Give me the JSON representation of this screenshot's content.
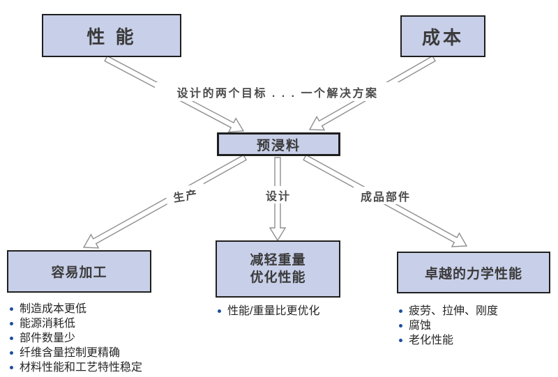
{
  "palette": {
    "box_fill": "#c8cfe8",
    "box_border": "#1f1f1f",
    "arrow_stroke": "#8e8e8e",
    "bullet_color": "#1f4e9c",
    "label_color": "#4a4a4a"
  },
  "top_boxes": {
    "performance": {
      "label": "性 能"
    },
    "cost": {
      "label": "成本"
    }
  },
  "goal_caption": "设计的两个目标 . . . 一个解决方案",
  "center_box": {
    "label": "预浸料"
  },
  "branch_labels": {
    "production": {
      "label": "生产"
    },
    "design": {
      "label": "设计"
    },
    "finished_parts": {
      "label": "成品部件"
    }
  },
  "outcome_boxes": [
    {
      "id": "easy-processing",
      "title_lines": [
        "容易加工"
      ],
      "bullets": [
        "制造成本更低",
        "能源消耗低",
        "部件数量少",
        "纤维含量控制更精确",
        "材料性能和工艺特性稳定"
      ]
    },
    {
      "id": "weight-performance",
      "title_lines": [
        "减轻重量",
        "优化性能"
      ],
      "bullets": [
        "性能/重量比更优化"
      ]
    },
    {
      "id": "mechanical-properties",
      "title_lines": [
        "卓越的力学性能"
      ],
      "bullets": [
        "疲劳、拉伸、刚度",
        "腐蚀",
        "老化性能"
      ]
    }
  ]
}
